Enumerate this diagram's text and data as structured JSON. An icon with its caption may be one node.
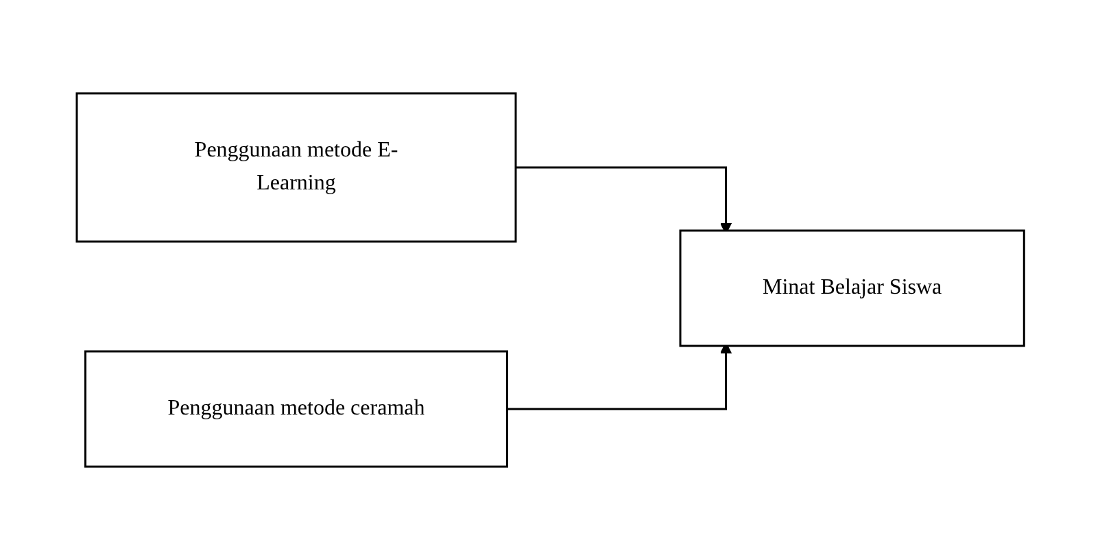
{
  "diagram": {
    "nodes": [
      {
        "text": [
          "Penggunaan metode E-Learning"
        ]
      },
      {
        "text": [
          "Penggunaan metode ceramah"
        ]
      },
      {
        "text": [
          "Minat Belajar Siswa"
        ]
      }
    ],
    "edges": [
      {
        "from": 0,
        "to": 2,
        "arrow": "to"
      },
      {
        "from": 1,
        "to": 2,
        "arrow": "to"
      }
    ]
  }
}
